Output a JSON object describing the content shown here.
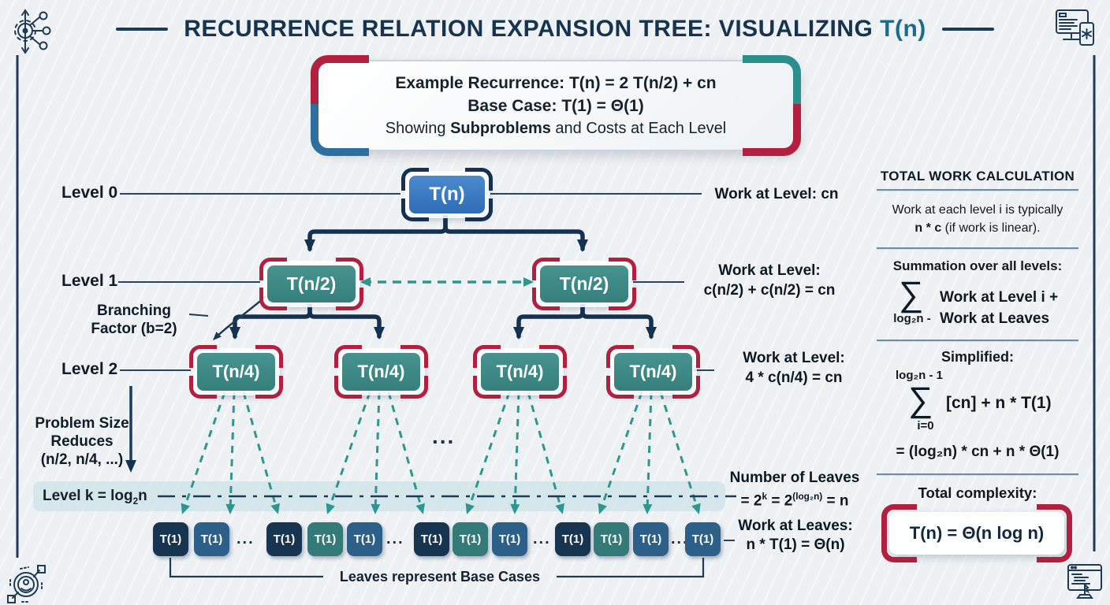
{
  "title": {
    "pre": "RECURRENCE RELATION EXPANSION TREE: VISUALIZING ",
    "accent": "T(n)"
  },
  "header_box": {
    "line1": "Example Recurrence: T(n) = 2 T(n/2) + cn",
    "line2": "Base Case: T(1) = Θ(1)",
    "line3_pre": "Showing ",
    "line3_bold": "Subproblems",
    "line3_post": " and Costs at Each Level"
  },
  "tree": {
    "level_labels": {
      "l0": "Level 0",
      "l1": "Level 1",
      "l2": "Level 2",
      "lk_pre": "Level k = log",
      "lk_sub": "2",
      "lk_post": "n"
    },
    "root": "T(n)",
    "level1": [
      "T(n/2)",
      "T(n/2)"
    ],
    "level2": [
      "T(n/4)",
      "T(n/4)",
      "T(n/4)",
      "T(n/4)"
    ],
    "branching_line1": "Branching",
    "branching_line2": "Factor (b=2)",
    "problem_line1": "Problem Size",
    "problem_line2": "Reduces",
    "problem_line3": "(n/2, n/4, ...)",
    "ellipsis": "...",
    "leaf_label": "T(1)",
    "leaves_caption": "Leaves represent Base Cases"
  },
  "work": {
    "l0_label": "Work at Level: ",
    "l0_value": "cn",
    "l1_label": "Work at Level:",
    "l1_value": "c(n/2) + c(n/2) = cn",
    "l2_label": "Work at Level:",
    "l2_value": "4 * c(n/4) = cn",
    "leaves_count_title": "Number of Leaves",
    "lc_p1": "= 2",
    "lc_s1": "k",
    "lc_p2": " = 2",
    "lc_s2": "(log₂n)",
    "lc_p3": " = n",
    "leaves_work_title": "Work at Leaves:",
    "leaves_work_value": "n * T(1) = Θ(n)"
  },
  "panel": {
    "title": "TOTAL WORK CALCULATION",
    "intro_line1": "Work at each level i is typically",
    "intro_strong": "n * c",
    "intro_rest": " (if work is linear).",
    "sum_caption": "Summation over all levels:",
    "sigma": "∑",
    "sum1_sub": "log₂n -",
    "sum1_line1": "Work at Level i +",
    "sum1_line2": "Work at Leaves",
    "simplified_caption": "Simplified:",
    "sum2_sup": "log₂n - 1",
    "sum2_sub": "i=0",
    "sum2_strong": "[cn]",
    "sum2_rest": " + n * T(1)",
    "result_line": "= (log₂n) * cn + n * Θ(1)",
    "total_caption": "Total complexity:",
    "total_formula": "T(n) = Θ(n log n)"
  },
  "icons": {
    "top_left": "gear-flow-icon",
    "top_right": "monitor-list-icon",
    "bottom_left": "ai-chip-icon",
    "bottom_right": "monitor-code-icon"
  },
  "colors": {
    "navy": "#14314f",
    "teal": "#2f968f",
    "crimson": "#b1203f",
    "node_blue": "#3a7cc7",
    "node_teal": "#3c8a87",
    "leaf_navy": "#173450",
    "leaf_steel": "#2d6089",
    "leaf_teal": "#337a78",
    "band": "#cfe2e5",
    "background": "#eef1f4"
  }
}
